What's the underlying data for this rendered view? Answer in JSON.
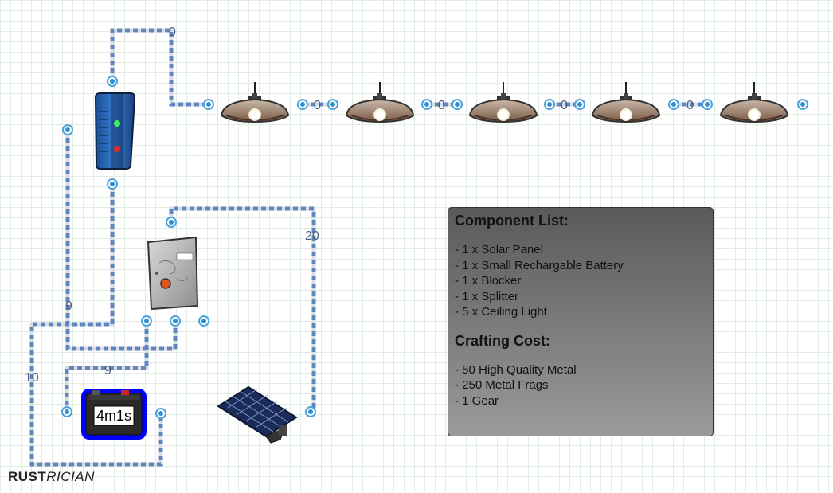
{
  "wire_labels": {
    "top_loop": "0",
    "light_1_2": "0",
    "light_2_3": "0",
    "light_3_4": "0",
    "light_4_5": "0",
    "solar_to_splitter": "20",
    "splitter_to_blocker": "9",
    "splitter_to_battery": "9",
    "battery_to_blocker": "10"
  },
  "battery": {
    "timer": "4m1s"
  },
  "component_list": {
    "heading": "Component List:",
    "items": [
      "1 x Solar Panel",
      "1 x Small Rechargable Battery",
      "1 x Blocker",
      "1 x Splitter",
      "5 x Ceiling Light"
    ]
  },
  "crafting_cost": {
    "heading": "Crafting Cost:",
    "items": [
      "50 High Quality Metal",
      "250 Metal Frags",
      "1 Gear"
    ]
  },
  "logo": {
    "part_a": "RUST",
    "part_b": "RICIAN"
  },
  "colors": {
    "wire": "#5f86c0",
    "port": "#2f8fd3",
    "battery_outline": "#0000ff",
    "panel_top": "#5a5a5a",
    "panel_bottom": "#9a9a9a"
  },
  "icons": [
    "blocker-icon",
    "splitter-icon",
    "battery-icon",
    "solar-panel-icon",
    "ceiling-light-icon"
  ]
}
